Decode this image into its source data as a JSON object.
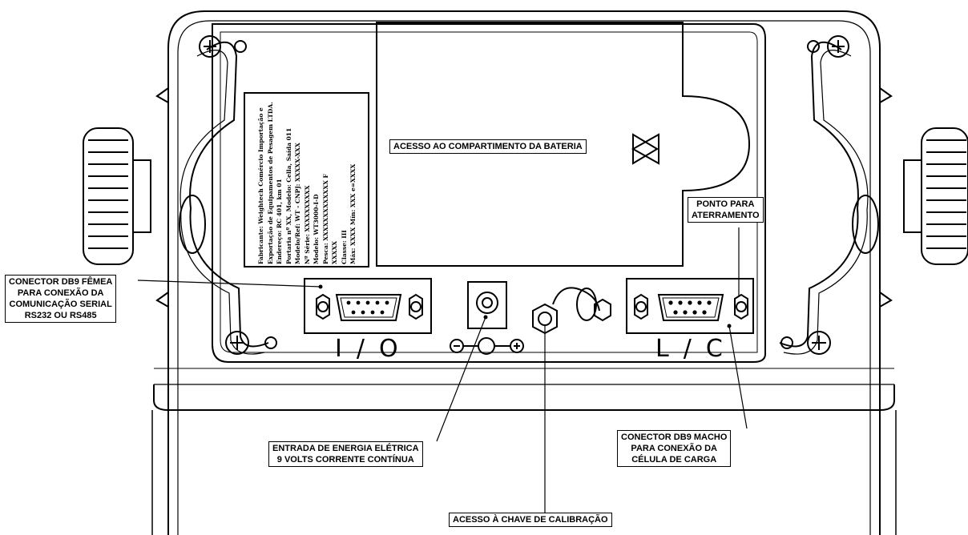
{
  "callouts": {
    "battery": "ACESSO AO COMPARTIMENTO DA BATERIA",
    "ground": [
      "PONTO PARA",
      "ATERRAMENTO"
    ],
    "db9_female": [
      "CONECTOR DB9 FÊMEA",
      "PARA CONEXÃO DA",
      "COMUNICAÇÃO SERIAL",
      "RS232 OU RS485"
    ],
    "power": [
      "ENTRADA DE ENERGIA ELÉTRICA",
      "9 VOLTS CORRENTE CONTÍNUA"
    ],
    "db9_male": [
      "CONECTOR DB9 MACHO",
      "PARA CONEXÃO DA",
      "CÉLULA DE CARGA"
    ],
    "calibration": "ACESSO À CHAVE DE CALIBRAÇÃO"
  },
  "panel_labels": {
    "io": "I/O",
    "lc": "L/C"
  },
  "nameplate_lines": [
    "Fabricante: Weightech Comércio Importação e",
    "Exportação de Equipamentos de Pesagem LTDA.",
    "Endereço: RC 401, km 01",
    "Portaria nº XX, Modelo: Cella, Saída 011",
    "Modelo/Ref: WT - CNPJ: XXXXX-XXX",
    "Nº Série: XXXXXXXXXX",
    "Modelo: WT3000-I-D",
    "Pesca: XXXXXXXXXXXXX F",
    "XXXXX",
    "Classe: III",
    "Máx: XXXX  Mín: XXX  e=XXXX"
  ]
}
